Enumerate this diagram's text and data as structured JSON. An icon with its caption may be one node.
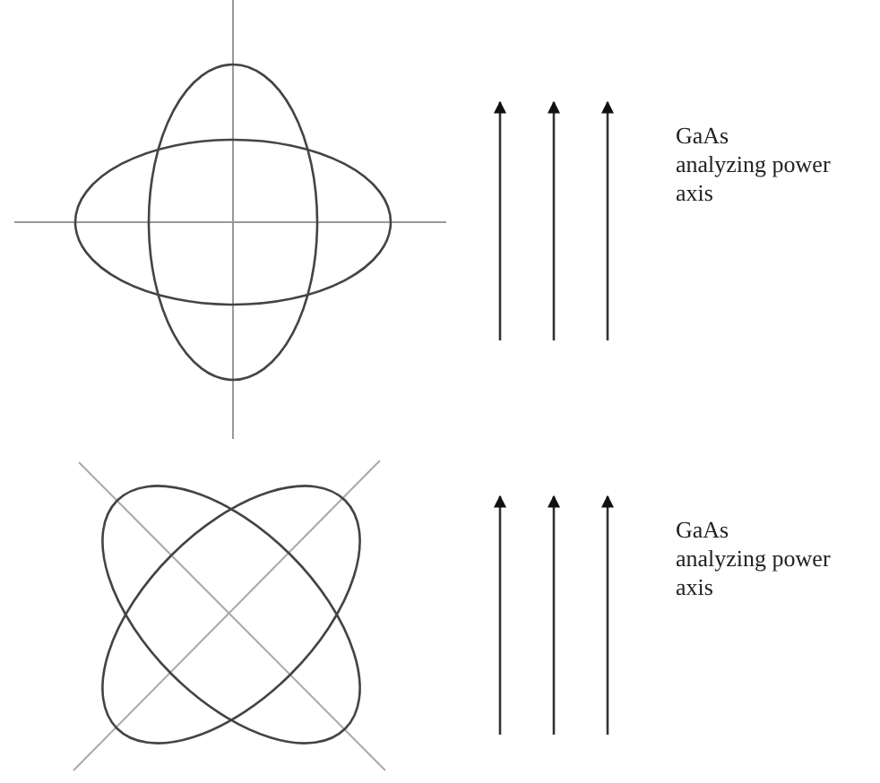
{
  "diagram": {
    "labels": [
      "GaAs",
      "analyzing power axis",
      "GaAs",
      "analyzing power axis"
    ]
  }
}
